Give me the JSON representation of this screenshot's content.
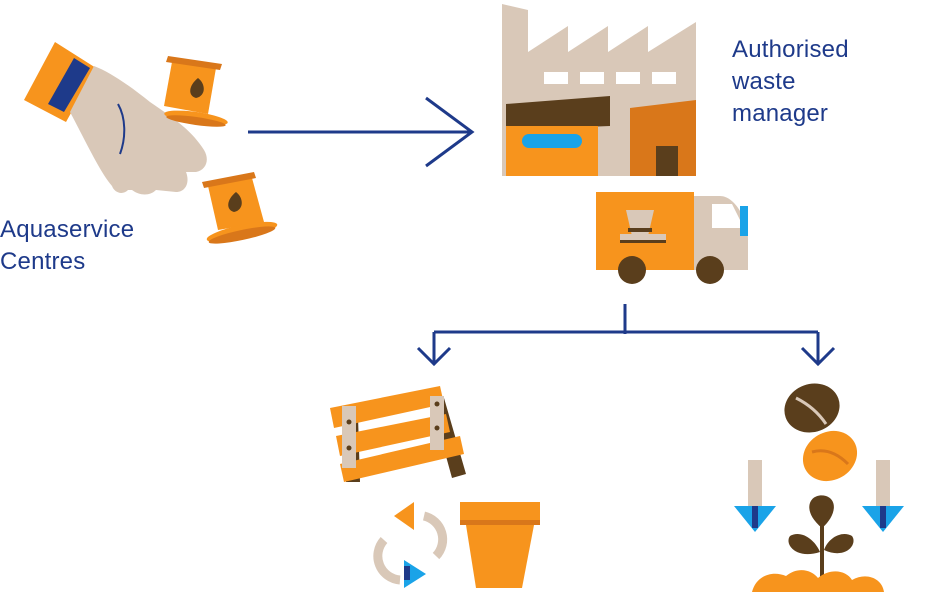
{
  "labels": {
    "aquaservice": [
      "Aquaservice",
      "Centres"
    ],
    "waste_manager": [
      "Authorised",
      "waste",
      "manager"
    ]
  },
  "colors": {
    "orange": "#f7941d",
    "dark_orange": "#d9771a",
    "navy": "#1e3a8a",
    "beige": "#d9c8b8",
    "brown": "#5a3e1c",
    "light_blue": "#1aa3e8"
  },
  "icons": [
    "hand-with-capsules-icon",
    "factory-icon",
    "delivery-truck-icon",
    "bench-icon",
    "recycle-icon",
    "flower-pot-icon",
    "coffee-beans-icon",
    "plant-sprout-icon"
  ]
}
